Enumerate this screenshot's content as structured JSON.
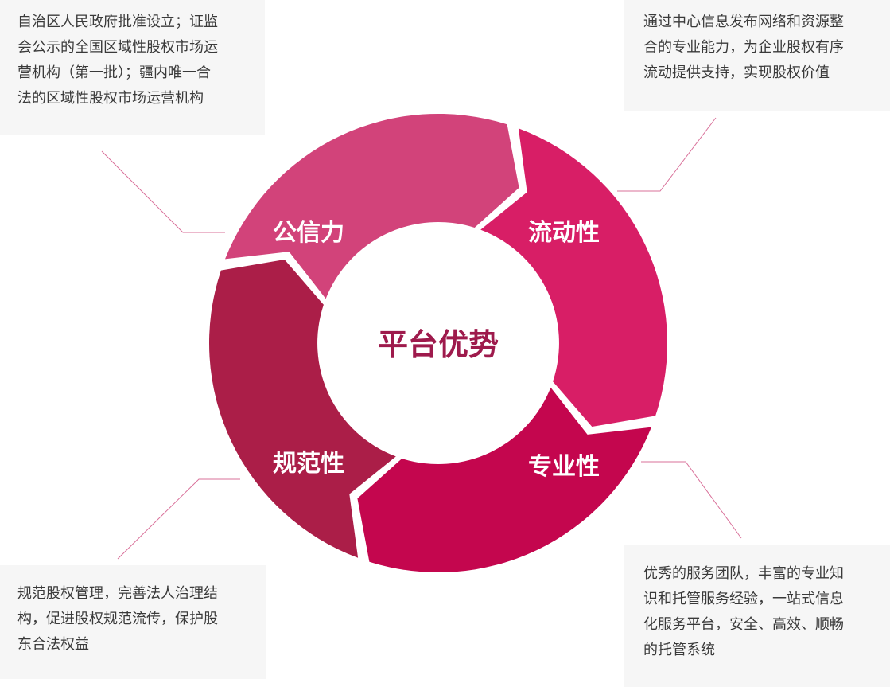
{
  "center": {
    "title": "平台优势",
    "color": "#9e1a4c"
  },
  "segments": [
    {
      "id": "top-right",
      "label": "流动性",
      "color": "#d81e66"
    },
    {
      "id": "bottom-right",
      "label": "专业性",
      "color": "#c4064e"
    },
    {
      "id": "bottom-left",
      "label": "规范性",
      "color": "#ab1e48"
    },
    {
      "id": "top-left",
      "label": "公信力",
      "color": "#d2437a"
    }
  ],
  "notes": {
    "top_left": {
      "lines": [
        "自治区人民政府批准设立；证监",
        "会公示的全国区域性股权市场运",
        "营机构（第一批）；疆内唯一合",
        "法的区域性股权市场运营机构"
      ]
    },
    "top_right": {
      "lines": [
        "通过中心信息发布网络和资源整",
        "合的专业能力，为企业股权有序",
        "流动提供支持，实现股权价值"
      ]
    },
    "bottom_left": {
      "lines": [
        "规范股权管理，完善法人治理结",
        "构，促进股权规范流传，保护股",
        "东合法权益"
      ]
    },
    "bottom_right": {
      "lines": [
        "优秀的服务团队，丰富的专业知",
        "识和托管服务经验，一站式信息",
        "化服务平台，安全、高效、顺畅",
        "的托管系统"
      ]
    }
  },
  "connector_color": "#d9719a"
}
